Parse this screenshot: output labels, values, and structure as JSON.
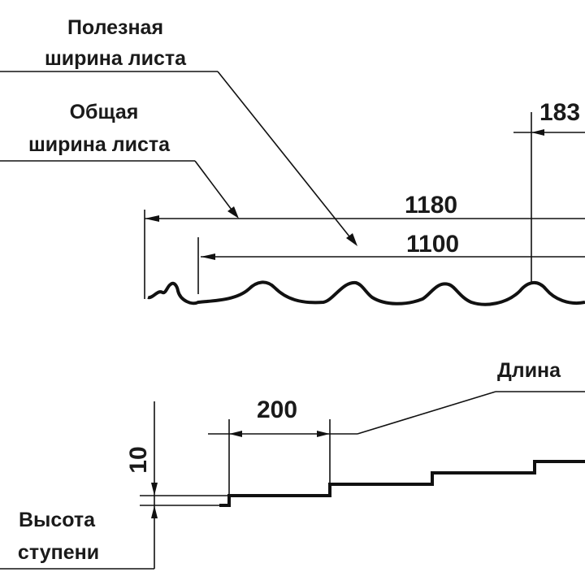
{
  "labels": {
    "useful_width": [
      "Полезная",
      "ширина листа"
    ],
    "total_width": [
      "Общая",
      "ширина листа"
    ],
    "step_height": [
      "Высота",
      "ступени"
    ],
    "length": "Длина"
  },
  "dimensions": {
    "total": "1180",
    "useful": "1100",
    "wave_pitch": "183",
    "step_length": "200",
    "step_height": "10"
  }
}
